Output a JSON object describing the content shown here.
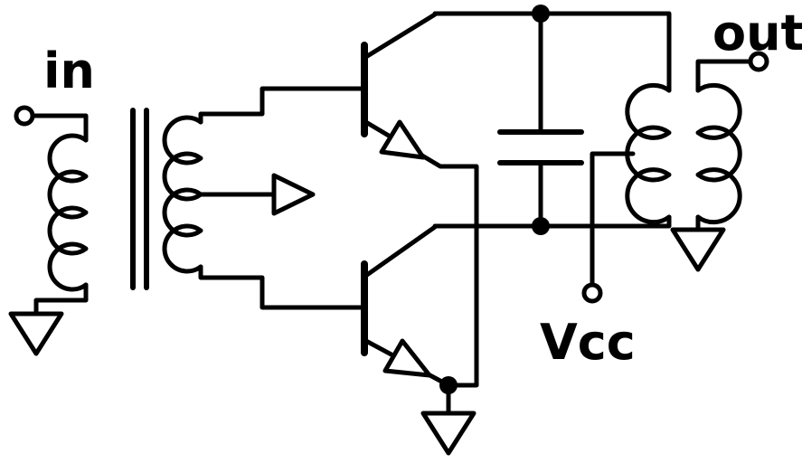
{
  "diagram": {
    "type": "circuit-schematic",
    "title": "push-pull transistor amplifier schematic",
    "background_color": "#ffffff",
    "line_color": "#000000",
    "labels": {
      "input": "in",
      "output": "out",
      "supply": "Vcc"
    },
    "components": [
      {
        "name": "input-terminal",
        "kind": "open-circle-terminal",
        "label": "in"
      },
      {
        "name": "input-transformer",
        "kind": "transformer",
        "primary_loops": 4,
        "secondary_loops": 4,
        "center_tap": true,
        "core_lines": 2
      },
      {
        "name": "drive-arrow",
        "kind": "open-triangle-right"
      },
      {
        "name": "upper-transistor",
        "kind": "npn-transistor"
      },
      {
        "name": "lower-transistor",
        "kind": "npn-transistor"
      },
      {
        "name": "tank-capacitor",
        "kind": "capacitor"
      },
      {
        "name": "supply-terminal",
        "kind": "open-circle-terminal",
        "label": "Vcc"
      },
      {
        "name": "output-transformer",
        "kind": "transformer",
        "primary_loops": 3,
        "secondary_loops": 3,
        "center_tap": true,
        "core_lines": 0
      },
      {
        "name": "output-terminal",
        "kind": "open-circle-terminal",
        "label": "out"
      },
      {
        "name": "ground-left",
        "kind": "ground-triangle"
      },
      {
        "name": "ground-bottom",
        "kind": "ground-triangle"
      },
      {
        "name": "ground-right",
        "kind": "ground-triangle"
      }
    ]
  }
}
